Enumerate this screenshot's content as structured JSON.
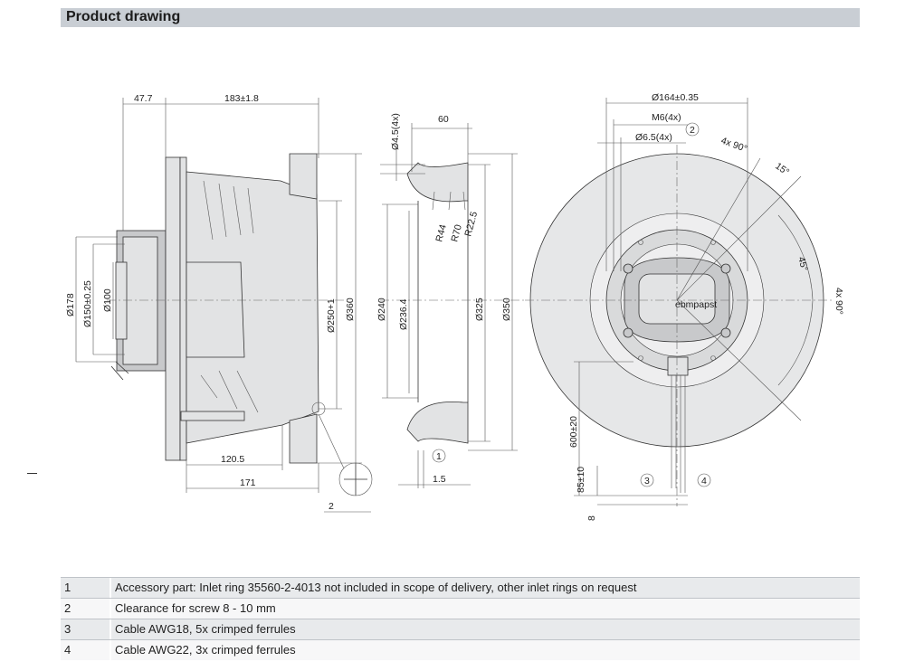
{
  "header": {
    "title": "Product drawing"
  },
  "side_view": {
    "dims": [
      "47.7",
      "183±1.8",
      "Ø178",
      "Ø150±0.25",
      "Ø100",
      "Ø250+1",
      "Ø360",
      "120.5",
      "171",
      "2"
    ]
  },
  "ring_view": {
    "dims": [
      "Ø4.5(4x)",
      "60",
      "R44",
      "R70",
      "R22.5",
      "Ø240",
      "Ø236.4",
      "Ø325",
      "Ø350",
      "1.5"
    ],
    "callout": "1"
  },
  "front_view": {
    "dims": [
      "Ø164±0.35",
      "M6(4x)",
      "Ø6.5(4x)",
      "4x 90°",
      "15°",
      "45°",
      "4x 90°",
      "600±20",
      "85±10",
      "8"
    ],
    "callouts": [
      "2",
      "3",
      "4"
    ],
    "logo_text": "ebmpapst"
  },
  "legend": [
    {
      "num": "1",
      "text": "Accessory part: Inlet ring 35560-2-4013 not included in scope of delivery, other inlet rings on request"
    },
    {
      "num": "2",
      "text": "Clearance for screw 8 - 10 mm"
    },
    {
      "num": "3",
      "text": "Cable AWG18, 5x crimped ferrules"
    },
    {
      "num": "4",
      "text": "Cable AWG22, 3x crimped ferrules"
    }
  ],
  "colors": {
    "header_bg": "#c9ced4",
    "part_fill": "#e2e3e4",
    "row_odd": "#e8eaec",
    "row_even": "#f7f7f8"
  }
}
